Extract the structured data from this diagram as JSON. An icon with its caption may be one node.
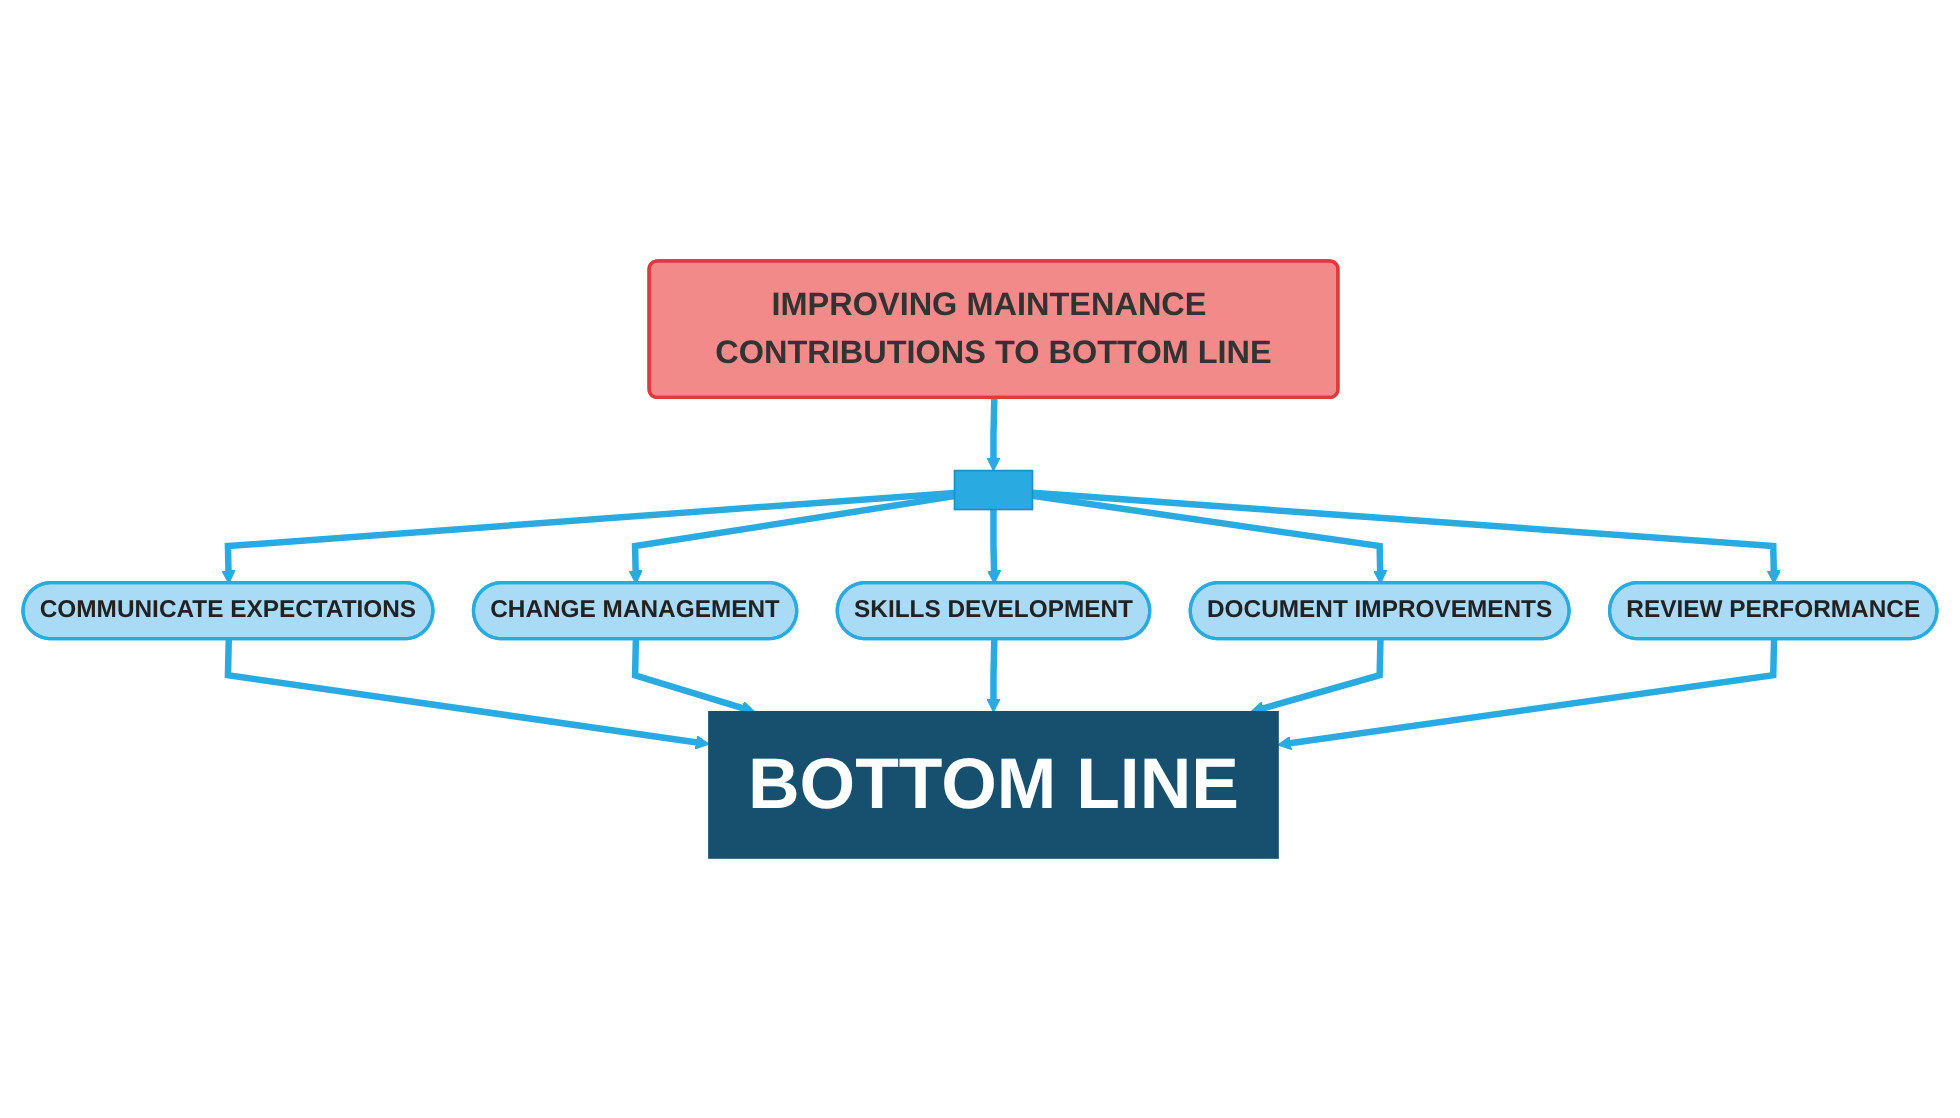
{
  "diagram": {
    "nodes": [
      {
        "text": [
          "IMPROVING MAINTENANCE CONTRIBUTIONS TO BOTTOM LINE"
        ]
      },
      {
        "text": [],
        "shape": "bar"
      },
      {
        "text": [
          "COMMUNICATE EXPECTATIONS"
        ]
      },
      {
        "text": [
          "CHANGE MANAGEMENT"
        ]
      },
      {
        "text": [
          "SKILLS DEVELOPMENT"
        ]
      },
      {
        "text": [
          "DOCUMENT IMPROVEMENTS"
        ]
      },
      {
        "text": [
          "REVIEW PERFORMANCE"
        ]
      },
      {
        "text": [
          "BOTTOM LINE"
        ]
      }
    ],
    "edges": [
      {
        "from": 0,
        "to": 1,
        "arrow": "to"
      },
      {
        "from": 1,
        "to": 2,
        "arrow": "to"
      },
      {
        "from": 1,
        "to": 3,
        "arrow": "to"
      },
      {
        "from": 1,
        "to": 4,
        "arrow": "to"
      },
      {
        "from": 1,
        "to": 5,
        "arrow": "to"
      },
      {
        "from": 1,
        "to": 6,
        "arrow": "to"
      },
      {
        "from": 2,
        "to": 7,
        "arrow": "to"
      },
      {
        "from": 3,
        "to": 7,
        "arrow": "to"
      },
      {
        "from": 4,
        "to": 7,
        "arrow": "to"
      },
      {
        "from": 5,
        "to": 7,
        "arrow": "to"
      },
      {
        "from": 6,
        "to": 7,
        "arrow": "to"
      }
    ]
  }
}
